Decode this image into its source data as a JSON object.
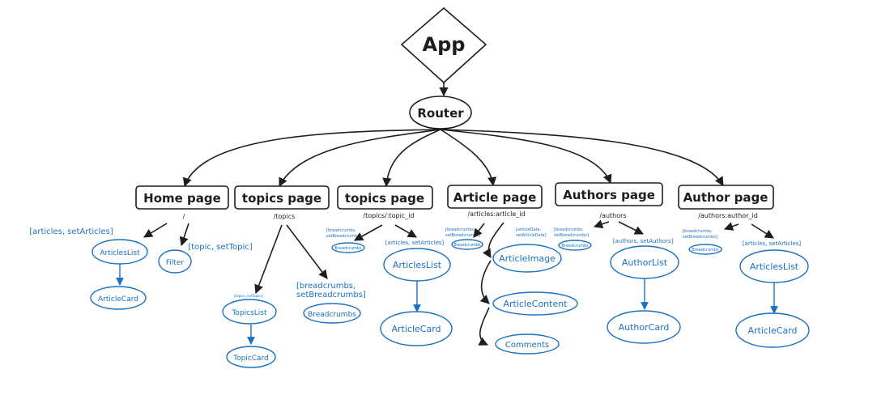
{
  "root": {
    "label": "App"
  },
  "router": {
    "label": "Router"
  },
  "pages": [
    {
      "label": "Home page",
      "route": "/"
    },
    {
      "label": "topics page",
      "route": "/topics"
    },
    {
      "label": "topics page",
      "route": "/topics/:topic_id"
    },
    {
      "label": "Article page",
      "route": "/articles:article_id"
    },
    {
      "label": "Authors page",
      "route": "/authors"
    },
    {
      "label": "Author page",
      "route": "/authors:author_id"
    }
  ],
  "state_labels": {
    "home_articles": "[articles, setArticles]",
    "home_topic": "[topic, setTopic]",
    "topics_topics": "[topics, setTopics]",
    "topics_breadcrumbs_1": "[breadcrumbs,",
    "topics_breadcrumbs_2": "setBreadcrumbs]",
    "topic_breadcrumbs_1": "[breadcrumbs,",
    "topic_breadcrumbs_2": "setBreadcrumbs]",
    "topic_articles": "[articles, setArticles]",
    "article_breadcrumbs_1": "[breadcrumbs,",
    "article_breadcrumbs_2": "setBreadcrumbs]",
    "article_data_1": "[articleData,",
    "article_data_2": "setArticleData]",
    "authors_breadcrumbs_1": "[breadcrumbs,",
    "authors_breadcrumbs_2": "setBreadcrumbs]",
    "authors_authors": "[authors, setAuthors]",
    "author_breadcrumbs_1": "[breadcrumbs,",
    "author_breadcrumbs_2": "setBreadcrumbs]",
    "author_articles": "[articles, setArticles]"
  },
  "components": {
    "home_articles_list": "ArticlesList",
    "home_article_card": "ArticleCard",
    "home_filter": "Filter",
    "topics_list": "TopicsList",
    "topic_card": "TopicCard",
    "topics_breadcrumbs": "Breadcrumbs",
    "topic_breadcrumbs": "Breadcrumbs",
    "topic_articles_list": "ArticlesList",
    "topic_article_card": "ArticleCard",
    "article_breadcrumbs": "Breadcrumbs",
    "article_image": "ArticleImage",
    "article_content": "ArticleContent",
    "article_comments": "Comments",
    "authors_breadcrumbs": "Breadcrumbs",
    "author_list": "AuthorList",
    "author_card": "AuthorCard",
    "author_breadcrumbs": "Breadcrumbs",
    "author_articles_list": "ArticlesList",
    "author_article_card": "ArticleCard"
  },
  "colors": {
    "ink": "#1e1e1e",
    "accent": "#1971c2",
    "background": "#ffffff"
  }
}
